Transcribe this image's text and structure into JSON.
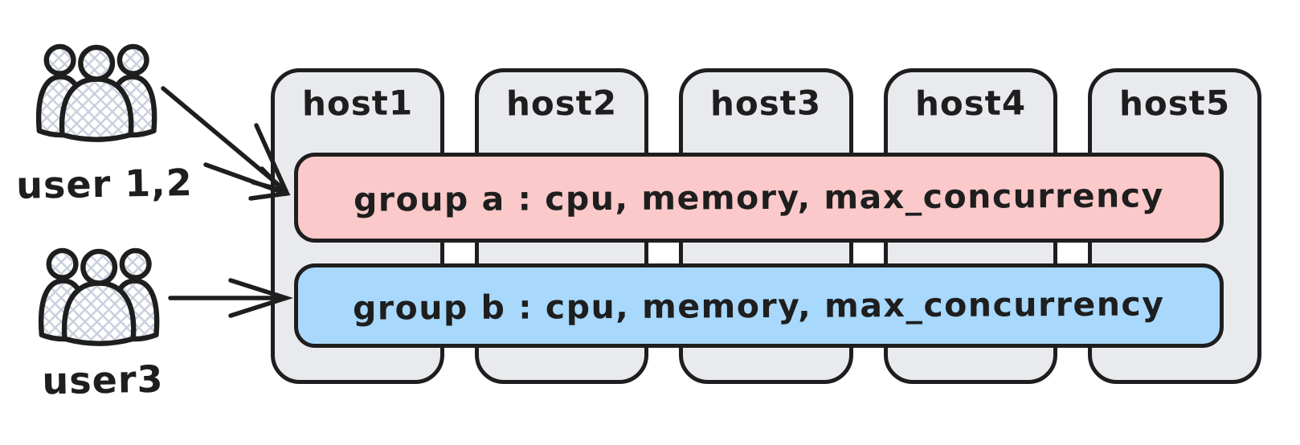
{
  "diagram": {
    "users": [
      {
        "label": "user 1,2",
        "icon": "users-group-icon",
        "points_to": "group a"
      },
      {
        "label": "user3",
        "icon": "users-group-icon",
        "points_to": "group b"
      }
    ],
    "hosts": [
      {
        "label": "host1"
      },
      {
        "label": "host2"
      },
      {
        "label": "host3"
      },
      {
        "label": "host4"
      },
      {
        "label": "host5"
      }
    ],
    "groups": [
      {
        "name": "group a",
        "label": "group a : cpu, memory, max_concurrency",
        "fill": "#fbc9c9"
      },
      {
        "name": "group b",
        "label": "group b : cpu, memory, max_concurrency",
        "fill": "#a8d8fc"
      }
    ],
    "arrows": [
      {
        "from": "user 1,2",
        "to": "group a"
      },
      {
        "from": "user 1,2",
        "to": "group a"
      },
      {
        "from": "user3",
        "to": "group b"
      }
    ],
    "colors": {
      "stroke": "#1e1e1e",
      "host_fill": "#e9eaee",
      "group_a_fill": "#fbc9c9",
      "group_b_fill": "#a8d8fc",
      "icon_hatch": "#c9cfdc"
    }
  }
}
